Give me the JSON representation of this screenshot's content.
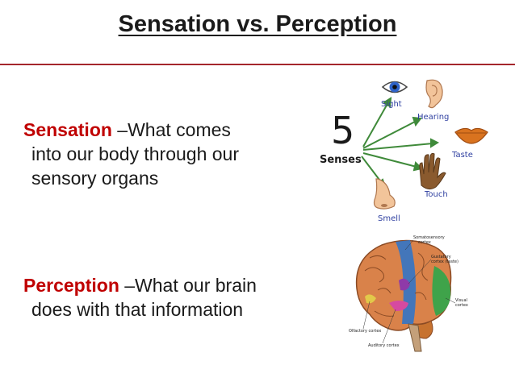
{
  "slide": {
    "title": "Sensation vs. Perception",
    "sensation": {
      "term": "Sensation",
      "definition_line1": " –What comes",
      "definition_line2": "into our body through our",
      "definition_line3": "sensory organs"
    },
    "perception": {
      "term": "Perception",
      "definition_line1": " –What our brain",
      "definition_line2": "does with that information"
    }
  },
  "senses_diagram": {
    "number": "5",
    "caption": "Senses",
    "labels": {
      "sight": "Sight",
      "hearing": "Hearing",
      "taste": "Taste",
      "touch": "Touch",
      "smell": "Smell"
    },
    "icons": [
      "eye-icon",
      "ear-icon",
      "lips-icon",
      "hand-icon",
      "nose-icon"
    ]
  },
  "brain_diagram": {
    "labels": {
      "somatosensory": "Somatosensory",
      "somatosensory2": "cortex",
      "gustatory": "Gustatory",
      "gustatory2": "cortex (taste)",
      "visual": "Visual",
      "visual2": "cortex",
      "olfactory": "Olfactory cortex",
      "auditory": "Auditory cortex"
    }
  },
  "colors": {
    "term": "#c00000",
    "rule": "#a4262c",
    "arrow": "#3f8a3a",
    "label": "#2e3fa0"
  }
}
